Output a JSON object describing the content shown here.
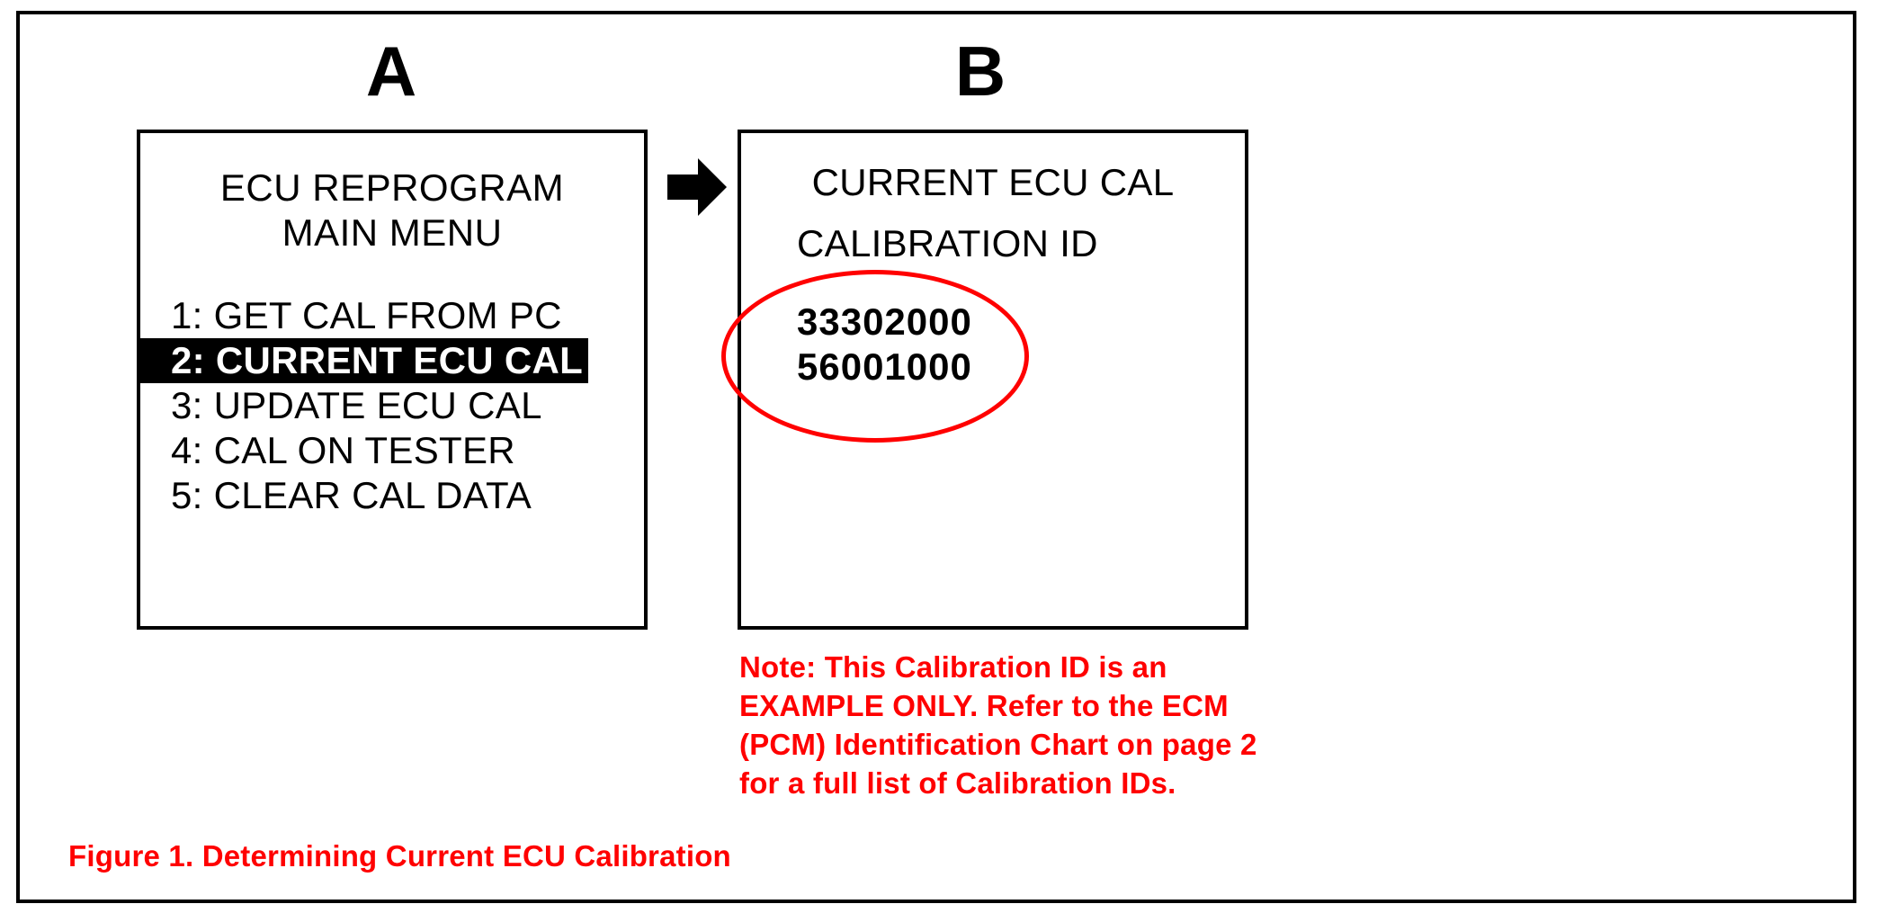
{
  "figure": {
    "caption": "Figure 1. Determining Current ECU Calibration",
    "caption_color": "#FF0000",
    "frame_color": "#000000",
    "background": "#FFFFFF"
  },
  "panel_a": {
    "letter": "A",
    "screen_title_line1": "ECU REPROGRAM",
    "screen_title_line2": "MAIN MENU",
    "menu_items": [
      {
        "label": "1: GET CAL FROM PC",
        "selected": false
      },
      {
        "label": "2: CURRENT ECU CAL",
        "selected": true
      },
      {
        "label": "3: UPDATE ECU CAL",
        "selected": false
      },
      {
        "label": "4: CAL ON TESTER",
        "selected": false
      },
      {
        "label": "5: CLEAR CAL DATA",
        "selected": false
      }
    ],
    "selected_highlight_color": "#000000",
    "selected_text_color": "#FFFFFF"
  },
  "arrow": {
    "icon": "right-arrow-icon",
    "color": "#000000"
  },
  "panel_b": {
    "letter": "B",
    "screen_title": "CURRENT ECU CAL",
    "screen_subtitle": "CALIBRATION ID",
    "calibration_ids": [
      "33302000",
      "56001000"
    ],
    "highlight": {
      "shape": "ellipse",
      "color": "#FF0000"
    }
  },
  "note": {
    "lines": [
      "Note: This Calibration ID is an",
      "EXAMPLE ONLY. Refer to the ECM",
      "(PCM) Identification Chart on page 2",
      "for a full list of Calibration IDs."
    ],
    "color": "#FF0000"
  }
}
